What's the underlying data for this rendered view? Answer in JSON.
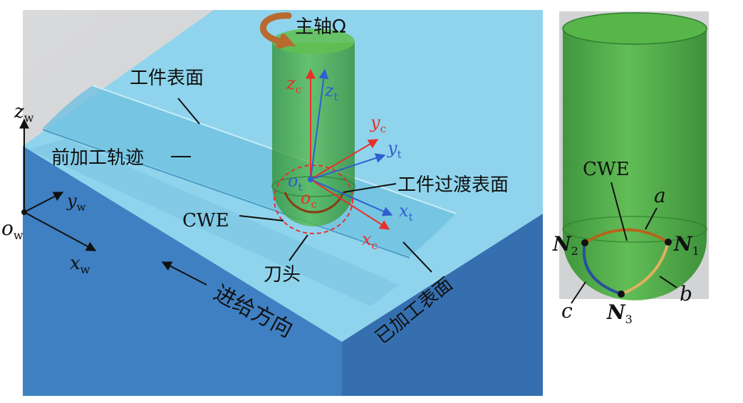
{
  "left_panel": {
    "spindle": "主轴Ω",
    "workpiece_surface": "工件表面",
    "previous_path": "前加工轨迹",
    "transition_surface": "工件过渡表面",
    "cwe": "CWE",
    "cutter_head": "刀头",
    "feed_direction": "进给方向",
    "machined_surface": "已加工表面",
    "axes": {
      "zw": "z",
      "zw_sub": "w",
      "yw": "y",
      "yw_sub": "w",
      "xw": "x",
      "xw_sub": "w",
      "ow": "o",
      "ow_sub": "w",
      "zc": "z",
      "zc_sub": "c",
      "zt": "z",
      "zt_sub": "t",
      "yc": "y",
      "yc_sub": "c",
      "yt": "y",
      "yt_sub": "t",
      "xt": "x",
      "xt_sub": "t",
      "xc": "x",
      "xc_sub": "c",
      "ot": "o",
      "ot_sub": "t",
      "oc": "o",
      "oc_sub": "c"
    }
  },
  "right_panel": {
    "cwe": "CWE",
    "a": "a",
    "b": "b",
    "c": "c",
    "n1": "N",
    "n1_sub": "1",
    "n2": "N",
    "n2_sub": "2",
    "n3": "N",
    "n3_sub": "3"
  },
  "colors": {
    "workpiece_top": "#8fd4ec",
    "workpiece_side": "#3d7fc0",
    "tool_green": "#3fa63a",
    "red_axis": "#e8302a",
    "blue_axis": "#2f5fd0",
    "arc_a": "#b5651d",
    "arc_b": "#e0b060",
    "arc_c": "#2a4fa0",
    "spindle_arrow": "#b86a30"
  }
}
